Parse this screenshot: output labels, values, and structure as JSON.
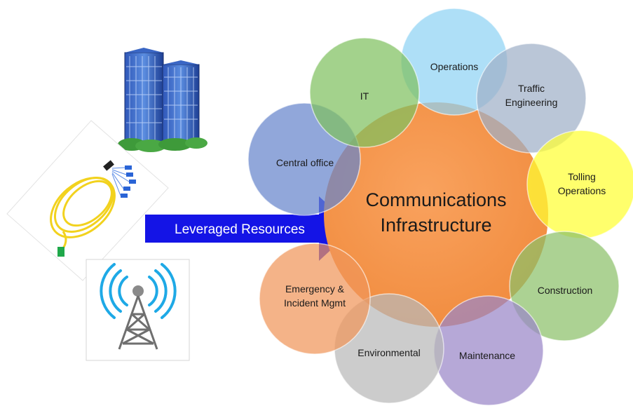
{
  "diagram": {
    "center": {
      "lines": [
        "Communications",
        "Infrastructure"
      ],
      "color": "#f79646"
    },
    "arrow": {
      "label": "Leveraged Resources",
      "color": "#1414e6"
    },
    "resources": [
      {
        "name": "buildings-icon"
      },
      {
        "name": "fiber-cable-icon"
      },
      {
        "name": "cell-tower-icon"
      }
    ],
    "stakeholders": [
      {
        "id": "operations",
        "lines": [
          "Operations"
        ],
        "color": "#8fd3f4"
      },
      {
        "id": "traffic-engineering",
        "lines": [
          "Traffic",
          "Engineering"
        ],
        "color": "#9fb0c8"
      },
      {
        "id": "tolling-operations",
        "lines": [
          "Tolling",
          "Operations"
        ],
        "color": "#ffff33"
      },
      {
        "id": "construction",
        "lines": [
          "Construction"
        ],
        "color": "#8cc06a"
      },
      {
        "id": "maintenance",
        "lines": [
          "Maintenance"
        ],
        "color": "#9a86c8"
      },
      {
        "id": "environmental",
        "lines": [
          "Environmental"
        ],
        "color": "#b8b8b8"
      },
      {
        "id": "emergency-incident-mgmt",
        "lines": [
          "Emergency &",
          "Incident Mgmt"
        ],
        "color": "#f0965a"
      },
      {
        "id": "central-office",
        "lines": [
          "Central office"
        ],
        "color": "#6685cc"
      },
      {
        "id": "it",
        "lines": [
          "IT"
        ],
        "color": "#80c060"
      }
    ]
  }
}
